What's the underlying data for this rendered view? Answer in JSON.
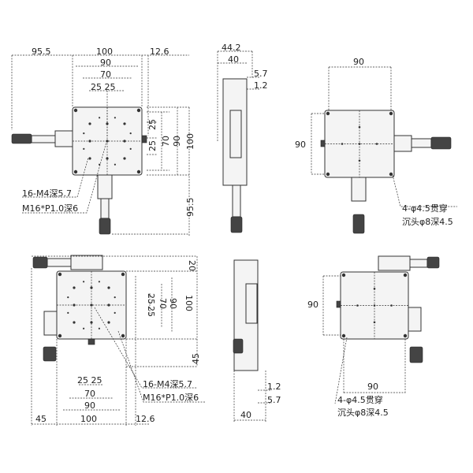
{
  "top_view": {
    "dims_top": [
      "95.5",
      "100",
      "12.6"
    ],
    "dims_inner": [
      "90",
      "70",
      "25 25"
    ],
    "dims_right": [
      "25",
      "25",
      "70",
      "90",
      "100",
      "95.5"
    ],
    "callouts": [
      "16-M4深5.7",
      "M16*P1.0深6"
    ]
  },
  "side_view_top": {
    "dims": [
      "44.2",
      "40",
      "5.7",
      "1.2"
    ]
  },
  "bottom_view_top": {
    "dims": [
      "90",
      "90"
    ],
    "callouts": [
      "4-φ4.5贯穿",
      "沉头φ8深4.5"
    ]
  },
  "top_view_2": {
    "dims_right": [
      "20",
      "25",
      "25",
      "70",
      "90",
      "100",
      "45"
    ],
    "dims_bottom": [
      "25 25",
      "70",
      "90",
      "45",
      "100",
      "12.6"
    ],
    "callouts": [
      "16-M4深5.7",
      "M16*P1.0深6"
    ]
  },
  "side_view_bottom": {
    "dims": [
      "1.2",
      "5.7",
      "40"
    ]
  },
  "bottom_view_bottom": {
    "dims": [
      "90",
      "90"
    ],
    "callouts": [
      "4-φ4.5贯穿",
      "沉头φ8深4.5"
    ]
  }
}
